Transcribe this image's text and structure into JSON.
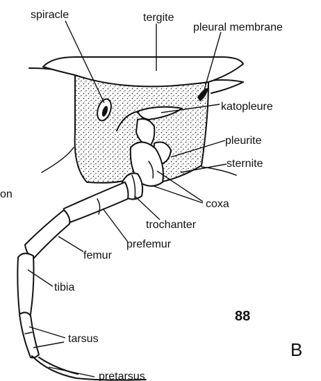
{
  "figure": {
    "number": "88",
    "panel": "B",
    "cut_text": "on"
  },
  "labels": {
    "spiracle": "spiracle",
    "tergite": "tergite",
    "pleural_membrane": "pleural membrane",
    "katopleure": "katopleure",
    "pleurite": "pleurite",
    "sternite": "sternite",
    "coxa": "coxa",
    "trochanter": "trochanter",
    "prefemur": "prefemur",
    "femur": "femur",
    "tibia": "tibia",
    "tarsus": "tarsus",
    "pretarsus": "pretarsus"
  },
  "colors": {
    "ink": "#111111",
    "paper": "#ffffff"
  }
}
